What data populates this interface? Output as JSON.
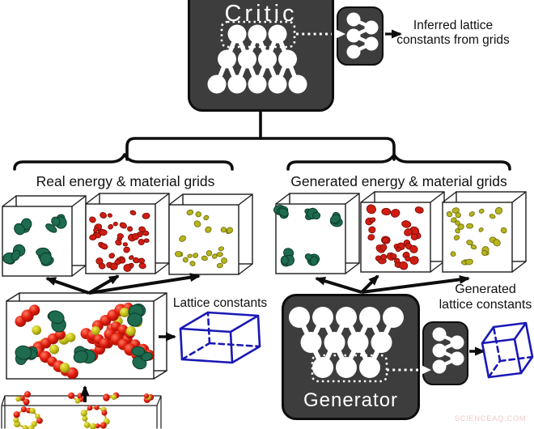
{
  "critic": {
    "label": "Critic"
  },
  "generator": {
    "label": "Generator"
  },
  "captions": {
    "inferred": [
      "Inferred lattice",
      "constants from grids"
    ],
    "real_branch": "Real energy & material grids",
    "generated_branch": "Generated energy & material grids",
    "lattice": "Lattice constants",
    "generated_lattice": [
      "Generated",
      "lattice constants"
    ]
  },
  "watermark": "SCIENCEAQ.COM",
  "colors": {
    "panel": "#3d3d3d",
    "panel_border": "#0d0d0d",
    "node": "#ffffff",
    "ink": "#0d0d0d",
    "wire": "#1c1c1c",
    "green": "#1e6b4f",
    "green_edge": "#0a3d2a",
    "red": "#cf1d12",
    "red_edge": "#7e0d05",
    "yellow": "#b7b51f",
    "yellow_edge": "#73710c",
    "bond": "#c9a22a",
    "blue": "#1a18b4",
    "watermark": "#f2c9c9"
  },
  "networks": {
    "critic": {
      "layers_top_to_bottom": [
        3,
        4,
        5
      ],
      "dotted_highlight": "top-layer"
    },
    "generator": {
      "layers_top_to_bottom": [
        5,
        4,
        3
      ],
      "dotted_highlight": "bottom-layer"
    },
    "critic_head": {
      "columns": [
        3,
        2
      ]
    },
    "generator_head": {
      "columns": [
        3,
        2
      ]
    }
  },
  "decor": {
    "grid_cubes": [
      {
        "name": "real-energy-grid",
        "style": "green-clusters",
        "size": 15,
        "seed": 2,
        "clusters": [
          [
            0.3,
            0.3
          ],
          [
            0.77,
            0.24
          ],
          [
            0.17,
            0.7
          ],
          [
            0.6,
            0.73
          ]
        ]
      },
      {
        "name": "real-material-grid-a",
        "style": "red-dots",
        "count": 46,
        "rmin": 2.6,
        "rmax": 4.6,
        "seed": 3
      },
      {
        "name": "real-material-grid-b",
        "style": "yellow-dots",
        "count": 22,
        "rmin": 2.6,
        "rmax": 4.2,
        "seed": 5
      },
      {
        "name": "generated-energy-grid",
        "style": "green-clusters",
        "size": 14,
        "seed": 7,
        "clusters": [
          [
            0.13,
            0.15
          ],
          [
            0.52,
            0.12
          ],
          [
            0.88,
            0.26
          ],
          [
            0.12,
            0.76
          ],
          [
            0.5,
            0.8
          ]
        ]
      },
      {
        "name": "generated-material-grid-a",
        "style": "red-dots",
        "count": 34,
        "rmin": 3.2,
        "rmax": 5.8,
        "seed": 9
      },
      {
        "name": "generated-material-grid-b",
        "style": "yellow-dots",
        "count": 26,
        "rmin": 2.8,
        "rmax": 4.6,
        "seed": 13
      }
    ],
    "structure": {
      "red_count": 44,
      "yellow_count": 13,
      "seed": 21,
      "green_clusters": [
        [
          0.32,
          0.22
        ],
        [
          0.86,
          0.17
        ],
        [
          0.13,
          0.66
        ],
        [
          0.53,
          0.66
        ],
        [
          0.94,
          0.72
        ]
      ]
    },
    "fragment": {
      "seed": 33,
      "ring_centers": [
        [
          0.17,
          0.55
        ],
        [
          0.6,
          0.52
        ]
      ],
      "top_cluster_xs": [
        0.14,
        0.48,
        0.7,
        0.95
      ]
    }
  }
}
